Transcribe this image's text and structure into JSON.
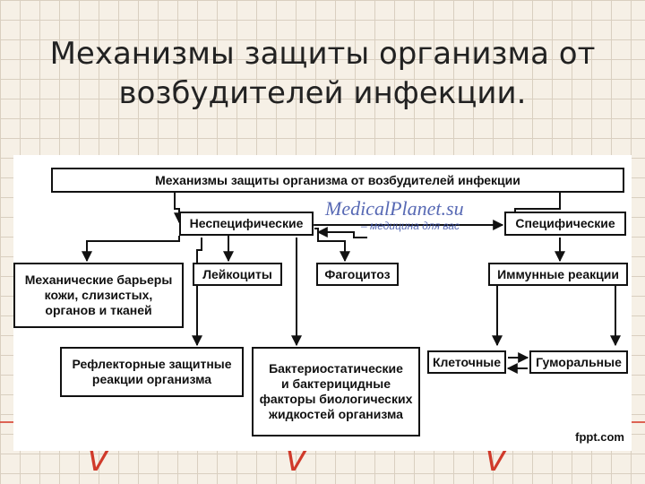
{
  "slide": {
    "title": "Механизмы защиты организма от\nвозбудителей инфекции.",
    "brand": "fppt.com",
    "marks": [
      "V",
      "V",
      "V"
    ]
  },
  "watermark": {
    "site": "MedicalPlanet.su",
    "tagline": "– медицина для вас"
  },
  "diagram": {
    "nodes": {
      "root": "Механизмы защиты организма от возбудителей инфекции",
      "nonspecific": "Неспецифические",
      "specific": "Специфические",
      "mechanical": "Механические барьеры\nкожи, слизистых,\nорганов и тканей",
      "leukocytes": "Лейкоциты",
      "phagocytosis": "Фагоцитоз",
      "immune": "Иммунные реакции",
      "reflex": "Рефлекторные защитные\nреакции организма",
      "bacterio": "Бактериостатические\nи бактерицидные\nфакторы биологических\nжидкостей организма",
      "cellular": "Клеточные",
      "humoral": "Гуморальные"
    },
    "colors": {
      "line": "#111111",
      "watermark": "#3a4fa8",
      "accent": "#d03a2a"
    }
  }
}
